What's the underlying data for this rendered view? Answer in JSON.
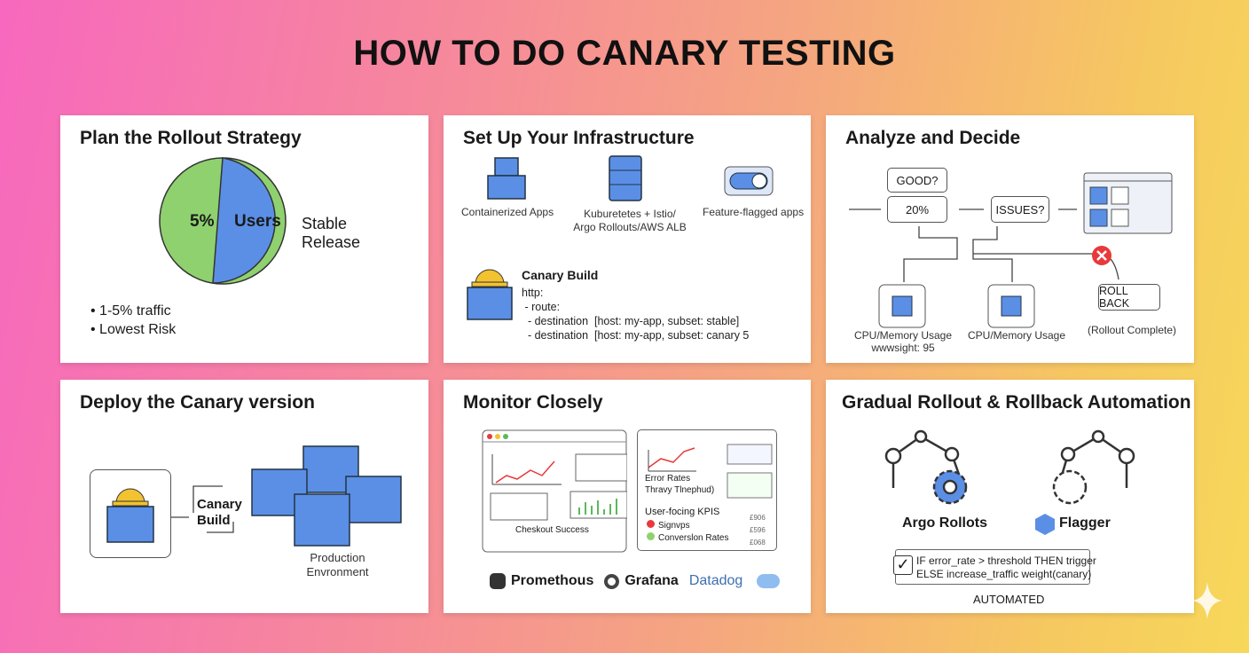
{
  "title": "HOW TO DO CANARY TESTING",
  "colors": {
    "blue": "#5b8fe6",
    "green": "#8fd16f",
    "red": "#e8393b",
    "yellow": "#f2c230"
  },
  "plan": {
    "title": "Plan the Rollout Strategy",
    "pie": {
      "canary_label": "5%",
      "users_label": "Users"
    },
    "stable": "Stable\nRelease",
    "bullets": [
      "1-5% traffic",
      "Lowest Risk"
    ]
  },
  "infra": {
    "title": "Set Up Your Infrastructure",
    "items": [
      "Containerized Apps",
      "Kuburetetes + Istio/\nArgo Rollouts/AWS ALB",
      "Feature-flagged apps"
    ],
    "build_title": "Canary Build",
    "code": "http:\n - route:\n  - destination  [host: my-app, subset: stable]\n  - destination  [host: my-app, subset: canary 5"
  },
  "analyze": {
    "title": "Analyze and Decide",
    "good": "GOOD?",
    "pct": "20%",
    "issues": "ISSUES?",
    "rollback": "ROLL BACK",
    "cpu1": "CPU/Memory Usage\nwwwsight: 95",
    "cpu2": "CPU/Memory Usage",
    "complete": "(Rollout Complete)"
  },
  "deploy": {
    "title": "Deploy the Canary version",
    "canary": "Canary\nBuild",
    "prod": "Production\nEnvronment"
  },
  "monitor": {
    "title": "Monitor Closely",
    "checkout": "Cheskout Success",
    "error_rates": "Error Rates",
    "threshold": "Thravy Tlnephud)",
    "kpis": "User-focing KPIS",
    "signups": "Signvps",
    "conversion": "Converslon Rates",
    "vals": [
      "£906",
      "£596",
      "£068"
    ],
    "tools": [
      "Promethous",
      "Grafana",
      "Datadog"
    ]
  },
  "gradual": {
    "title": "Gradual Rollout & Rollback Automation",
    "tool1": "Argo Rollots",
    "tool2": "Flagger",
    "rule": "IF error_rate > threshold THEN trigger\nELSE increase_traffic weight(canary)",
    "automated": "AUTOMATED"
  }
}
